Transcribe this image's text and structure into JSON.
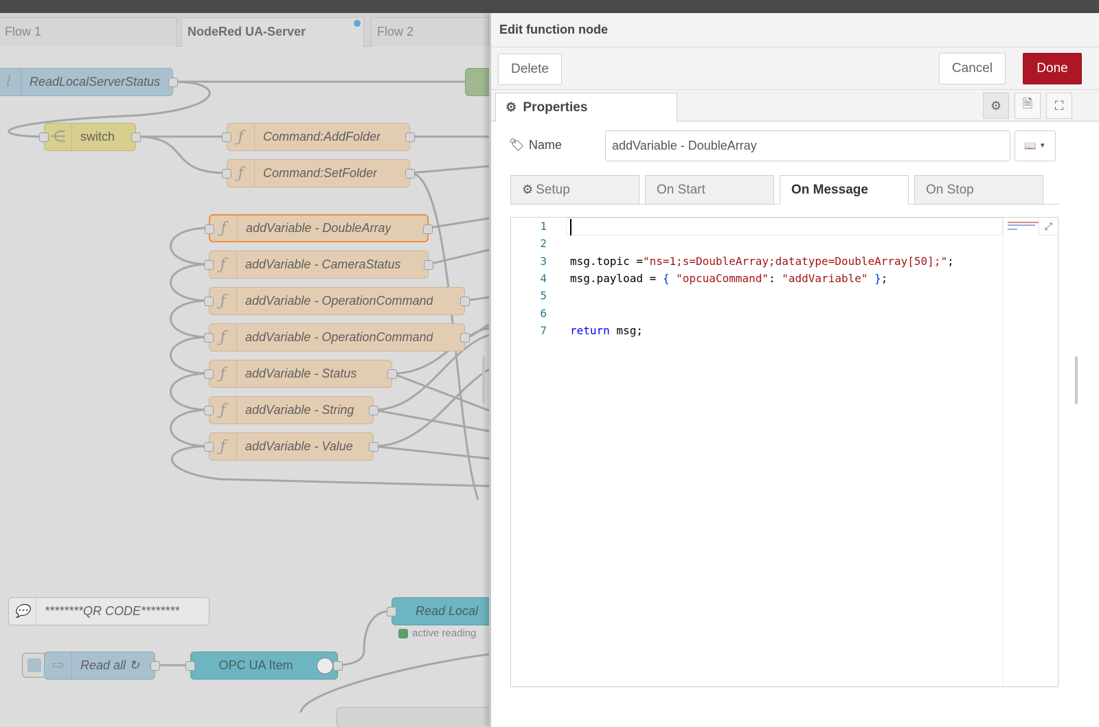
{
  "workspace": {
    "tabs": [
      {
        "label": "Flow 1"
      },
      {
        "label": "NodeRed UA-Server"
      },
      {
        "label": "Flow 2"
      }
    ],
    "nodes": {
      "read_status": "ReadLocalServerStatus",
      "switch": "switch",
      "add_folder": "Command:AddFolder",
      "set_folder": "Command:SetFolder",
      "add_double": "addVariable - DoubleArray",
      "add_camera": "addVariable - CameraStatus",
      "add_op1": "addVariable - OperationCommand",
      "add_op2": "addVariable - OperationCommand",
      "add_status": "addVariable - Status",
      "add_string": "addVariable - String",
      "add_value": "addVariable - Value",
      "qr_comment": "********QR CODE********",
      "read_local": "Read Local",
      "active_reading": "active reading",
      "read_all": "Read all ↻",
      "opc_item": "OPC UA Item"
    }
  },
  "tray": {
    "title": "Edit function node",
    "delete_label": "Delete",
    "cancel_label": "Cancel",
    "done_label": "Done",
    "properties_tab": "Properties",
    "name_label": "Name",
    "name_value": "addVariable - DoubleArray",
    "func_tabs": [
      "Setup",
      "On Start",
      "On Message",
      "On Stop"
    ],
    "active_func_tab": "On Message",
    "code": {
      "line_numbers": [
        "1",
        "2",
        "3",
        "4",
        "5",
        "6",
        "7"
      ],
      "l3_a": "msg.topic =",
      "l3_b": "\"ns=1;s=DoubleArray;datatype=DoubleArray[50];\"",
      "l3_c": ";",
      "l4_a": "msg.payload = ",
      "l4_b": "{",
      "l4_c": " ",
      "l4_d": "\"opcuaCommand\"",
      "l4_e": ": ",
      "l4_f": "\"addVariable\"",
      "l4_g": " ",
      "l4_h": "}",
      "l4_i": ";",
      "l7_a": "return",
      "l7_b": " msg;"
    }
  },
  "colors": {
    "done_button": "#ad1625",
    "function_node": "#e3cdb2",
    "selected_outline": "#ef8e3f",
    "inject_node": "#a9c0cf",
    "opc_node": "#6db5c0"
  }
}
